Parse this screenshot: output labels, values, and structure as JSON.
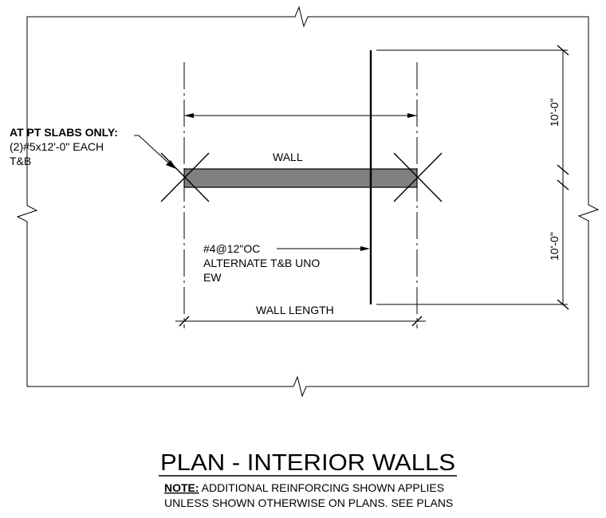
{
  "labels": {
    "pt_slabs_heading": "AT PT SLABS ONLY:",
    "pt_slabs_line1": "(2)#5x12'-0\" EACH",
    "pt_slabs_line2": "T&B",
    "wall": "WALL",
    "rebar_line1": "#4@12\"OC",
    "rebar_line2": "ALTERNATE T&B UNO",
    "rebar_line3": "EW",
    "wall_length": "WALL LENGTH",
    "dim_upper": "10'-0\"",
    "dim_lower": "10'-0\""
  },
  "title": "PLAN - INTERIOR WALLS",
  "note": {
    "label": "NOTE:",
    "line1": " ADDITIONAL REINFORCING SHOWN APPLIES",
    "line2": "UNLESS SHOWN OTHERWISE ON PLANS. SEE PLANS"
  },
  "colors": {
    "wall_fill": "#808080",
    "line": "#000000"
  }
}
